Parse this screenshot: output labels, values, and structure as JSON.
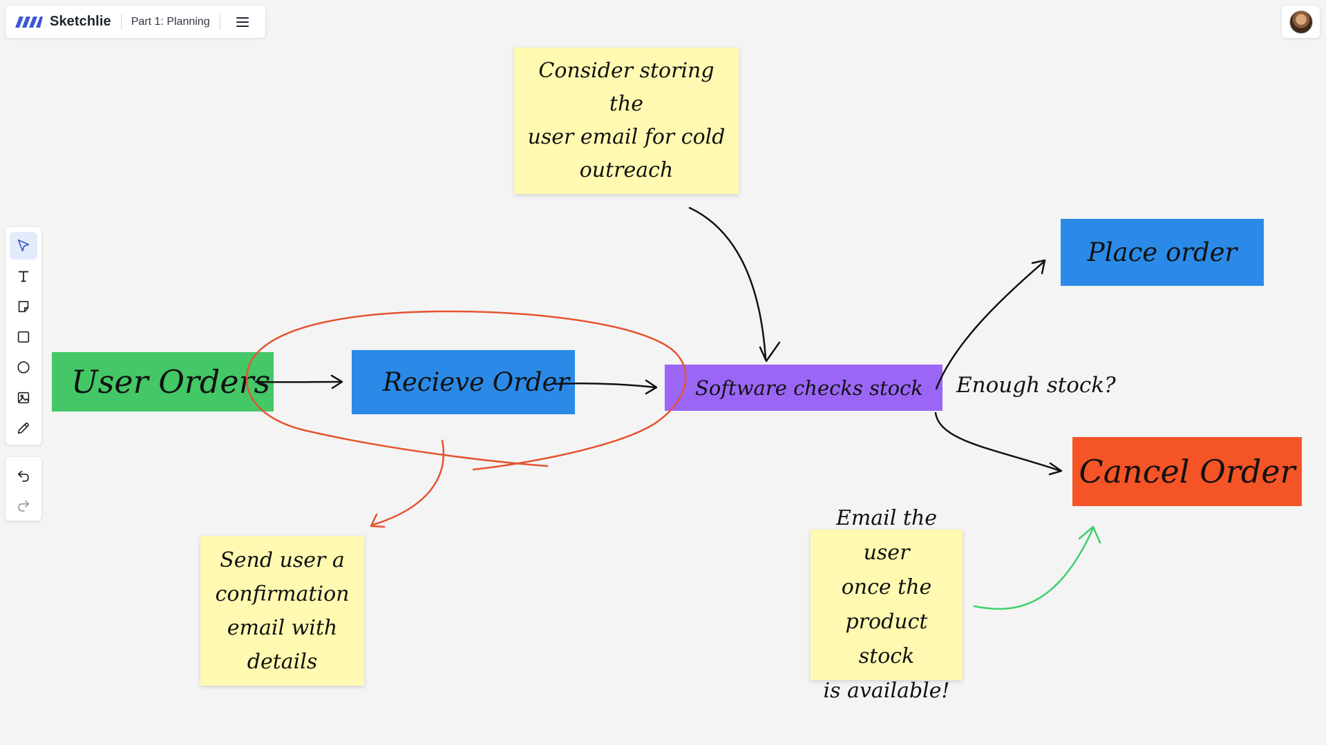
{
  "app": {
    "name": "Sketchlie",
    "board_title": "Part 1: Planning",
    "logo_color": "#3d55d6"
  },
  "toolbar": {
    "tools": [
      {
        "name": "select",
        "icon": "cursor-icon",
        "active": true
      },
      {
        "name": "text",
        "icon": "text-icon",
        "active": false
      },
      {
        "name": "sticky-note",
        "icon": "sticky-note-icon",
        "active": false
      },
      {
        "name": "rectangle",
        "icon": "square-icon",
        "active": false
      },
      {
        "name": "ellipse",
        "icon": "circle-icon",
        "active": false
      },
      {
        "name": "image",
        "icon": "image-icon",
        "active": false
      },
      {
        "name": "pen",
        "icon": "pen-icon",
        "active": false
      }
    ],
    "history": [
      {
        "name": "undo",
        "icon": "undo-icon",
        "enabled": true
      },
      {
        "name": "redo",
        "icon": "redo-icon",
        "enabled": false
      }
    ]
  },
  "board": {
    "shapes": {
      "user_orders": {
        "text": "User Orders",
        "color": "#44c767"
      },
      "recieve_order": {
        "text": "Recieve Order",
        "color": "#2b8ae8"
      },
      "software_checks": {
        "text": "Software checks stock",
        "color": "#9b66f5"
      },
      "place_order": {
        "text": "Place order",
        "color": "#2b8ae8"
      },
      "cancel_order": {
        "text": "Cancel Order",
        "color": "#f45426"
      }
    },
    "labels": {
      "enough_stock": "Enough stock?"
    },
    "stickies": {
      "consider": {
        "lines": [
          "Consider storing the",
          "user email for cold",
          "outreach"
        ],
        "color": "#fff9b1"
      },
      "send": {
        "lines": [
          "Send user a",
          "confirmation",
          "email with",
          "details"
        ],
        "color": "#fff9b1"
      },
      "email": {
        "lines": [
          "Email the user",
          "once the",
          "product stock",
          "is available!"
        ],
        "color": "#fff9b1"
      }
    },
    "stroke_colors": {
      "black": "#111111",
      "red": "#e5532f",
      "green": "#3fcf6c"
    }
  }
}
